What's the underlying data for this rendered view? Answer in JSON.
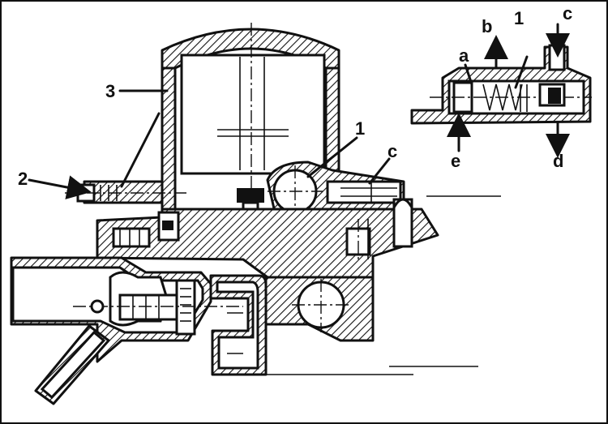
{
  "diagram": {
    "labels": {
      "main_1": "1",
      "main_2": "2",
      "main_3": "3",
      "main_c": "c",
      "inset_a": "a",
      "inset_b": "b",
      "inset_1": "1",
      "inset_c": "c",
      "inset_d": "d",
      "inset_e": "e"
    }
  }
}
